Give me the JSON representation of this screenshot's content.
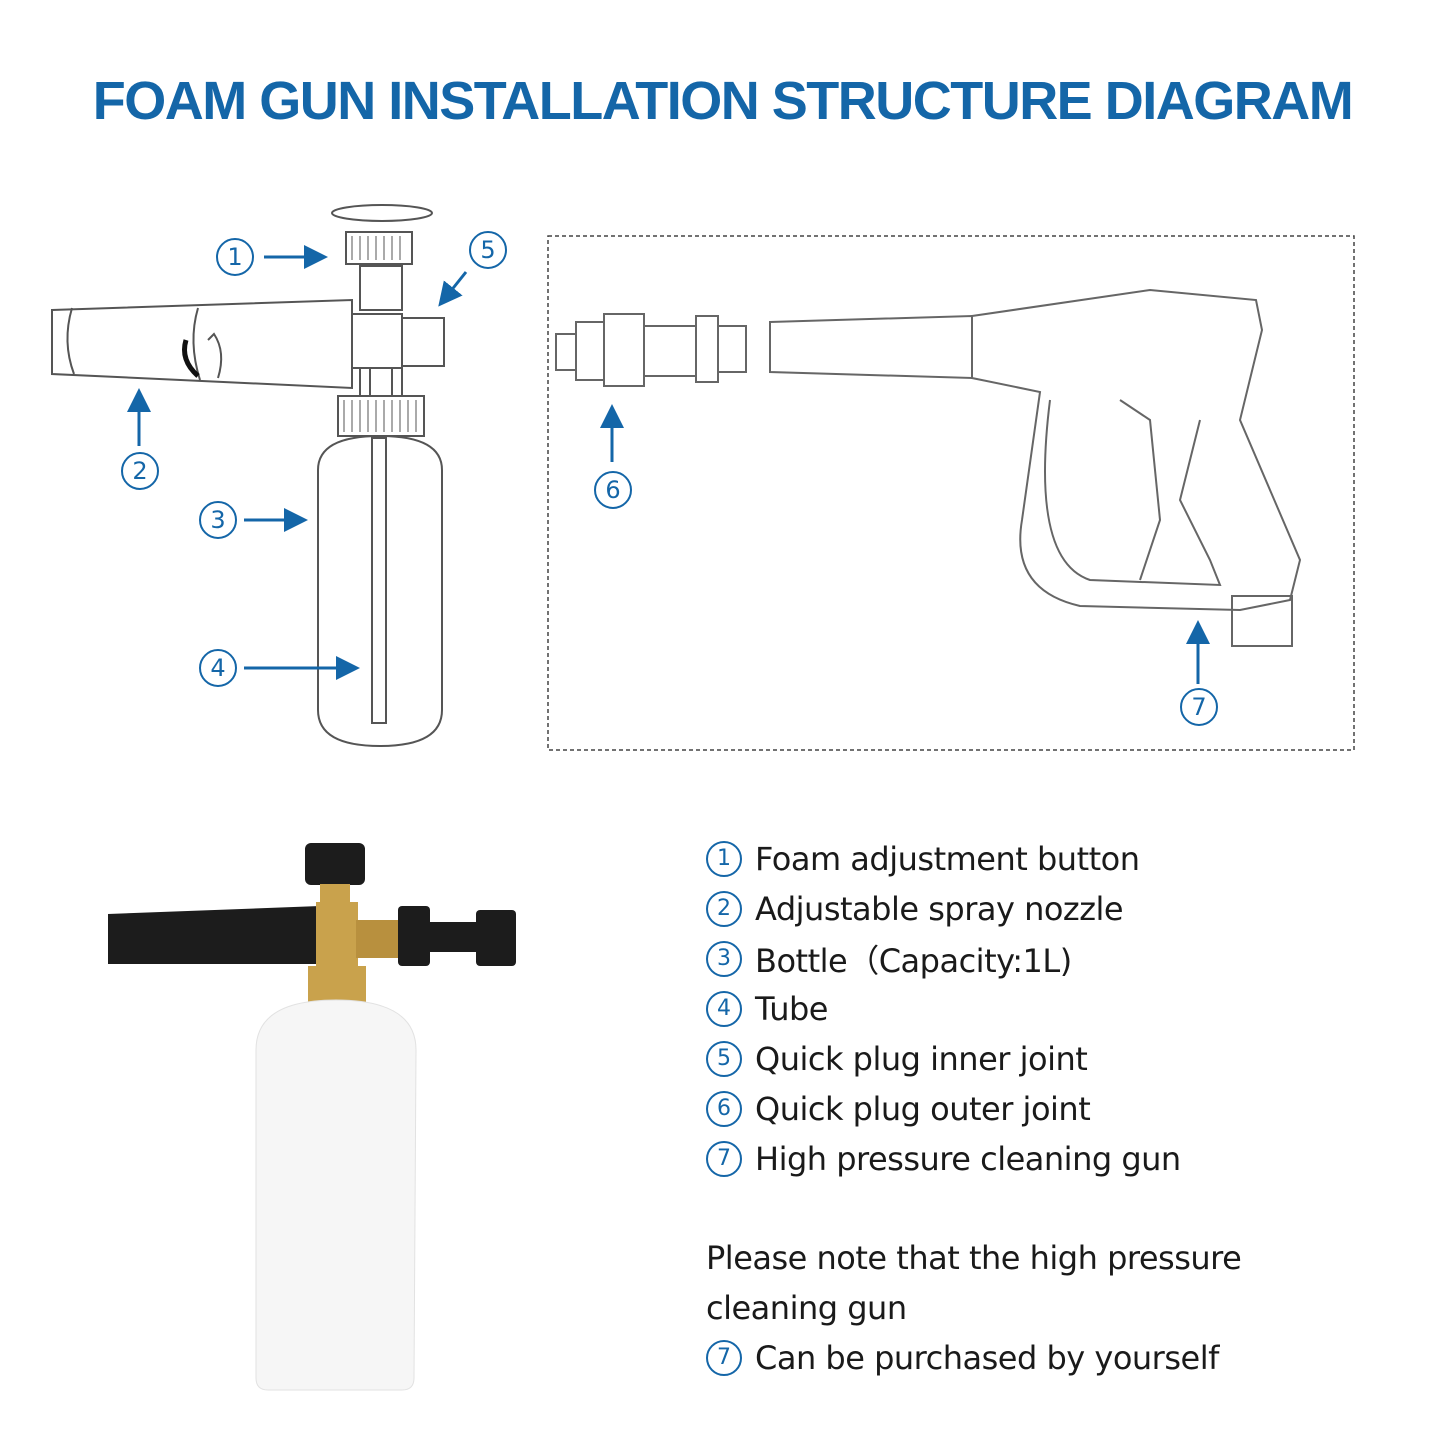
{
  "title": "FOAM GUN INSTALLATION STRUCTURE DIAGRAM",
  "colors": {
    "accent": "#1466a8",
    "text": "#1a1a1a"
  },
  "callouts": [
    "1",
    "2",
    "3",
    "4",
    "5",
    "6",
    "7"
  ],
  "legend": [
    {
      "num": "1",
      "text": "Foam adjustment button"
    },
    {
      "num": "2",
      "text": "Adjustable spray nozzle"
    },
    {
      "num": "3",
      "text": "Bottle（Capacity:1L)"
    },
    {
      "num": "4",
      "text": "Tube"
    },
    {
      "num": "5",
      "text": "Quick plug inner joint"
    },
    {
      "num": "6",
      "text": "Quick plug outer joint"
    },
    {
      "num": "7",
      "text": "High pressure cleaning gun"
    }
  ],
  "note": {
    "line1": "Please note that the high pressure",
    "line2": "cleaning gun",
    "num": "7",
    "line3": "Can be purchased by yourself"
  }
}
